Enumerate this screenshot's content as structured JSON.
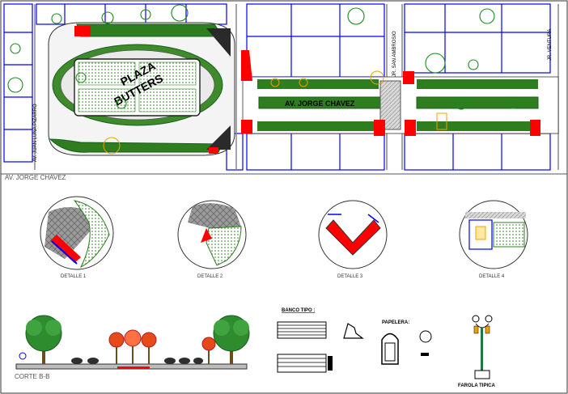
{
  "plan": {
    "plaza_label_1": "PLAZA",
    "plaza_label_2": "BUTTERS",
    "avenue_label": "AV. JORGE CHAVEZ",
    "street_left": "AV. JUAN LUNA PIZARRO",
    "street_mid": "JR. SAN AMBROSIO",
    "street_right": "JR. VENTURA",
    "section_title": "AV. JORGE CHAVEZ"
  },
  "details": [
    {
      "label": "DETALLE 1"
    },
    {
      "label": "DETALLE 2"
    },
    {
      "label": "DETALLE 3"
    },
    {
      "label": "DETALLE 4"
    }
  ],
  "section": {
    "corte_label": "CORTE B-B",
    "banco_label": "BANCO TIPO :",
    "papelera_label": "PAPELERA:",
    "farola_label": "FAROLA TIPICA"
  },
  "colors": {
    "street_blue": "#0000ff",
    "green_fill": "#2e7d1e",
    "red_fill": "#ff0000",
    "dark_green": "#1b5e20"
  }
}
